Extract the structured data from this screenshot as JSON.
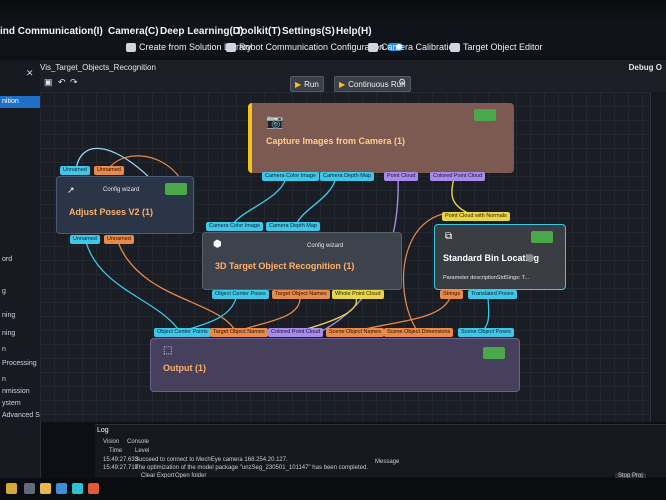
{
  "menu": {
    "items": [
      "ind Communication(I)",
      "Camera(C)",
      "Deep Learning(D)",
      "Toolkit(T)",
      "Settings(S)",
      "Help(H)"
    ]
  },
  "toolbar": {
    "create_from_solution": "Create from Solution Library",
    "robot_comm_config": "Robot Communication Configuration",
    "camera_calibration": "Camera Calibration",
    "target_object_editor": "Target Object Editor"
  },
  "leftpanel": {
    "selected": "nition",
    "items": [
      "ord",
      "g",
      "ning",
      "ning",
      "n",
      "Processing",
      "n",
      "nmission",
      "ystem",
      "Advanced Step"
    ]
  },
  "project": {
    "tab": "Vis_Target_Objects_Recognition",
    "debug": "Debug O"
  },
  "run": {
    "run_label": "Run",
    "continuous_label": "Continuous Run"
  },
  "nodes": {
    "capture": {
      "title": "Capture Images from Camera (1)",
      "outputs": [
        "Camera Color Image",
        "Camera Depth Map",
        "Point Cloud",
        "Colored Point Cloud"
      ]
    },
    "adjust": {
      "title": "Adjust Poses V2 (1)",
      "config": "Config wizard",
      "inputs": [
        "Unnamed",
        "Unnamed"
      ],
      "outputs": [
        "Unnamed",
        "Unnamed"
      ]
    },
    "recognition": {
      "title": "3D Target Object Recognition (1)",
      "config": "Config wizard",
      "inputs": [
        "Camera Color Image",
        "Camera Depth Map"
      ],
      "outputs": [
        "Object Center Poses",
        "Target Object Names",
        "Whole Point Cloud"
      ]
    },
    "bin": {
      "title": "Standard Bin Locating",
      "param": "Parameter descriptionStdSings: T...",
      "inputs": [
        "Point Cloud with Normals"
      ],
      "outputs": [
        "Strings",
        "Translated Poses"
      ]
    },
    "output": {
      "title": "Output (1)",
      "inputs": [
        "Object Center Points",
        "Target Object Names",
        "Colored Point Cloud",
        "Scene Object Names",
        "Scene Object Dimensions",
        "Scene Object Poses"
      ]
    }
  },
  "log": {
    "title": "Log",
    "tabs": [
      "Vision",
      "Console"
    ],
    "columns": [
      "Time",
      "Level",
      "Message"
    ],
    "rows": [
      {
        "time": "15:49:27.633",
        "message": "Succeed to connect to MechEye camera 168.254.20.127."
      },
      {
        "time": "15:49:27.718",
        "message": "The optimization of the model package \"unzSeg_230501_101147\" has been completed."
      }
    ],
    "actions": [
      "Clear",
      "Export",
      "Open folder"
    ]
  },
  "right": {
    "stop_label": "Stop Proj"
  },
  "colors": {
    "accent": "#1f6fc9",
    "capture_node": "#7c5a52",
    "output_node": "#46405c",
    "adjust_node": "#2a3548",
    "recog_node": "#3c434d",
    "bin_node": "#3a3d42"
  }
}
